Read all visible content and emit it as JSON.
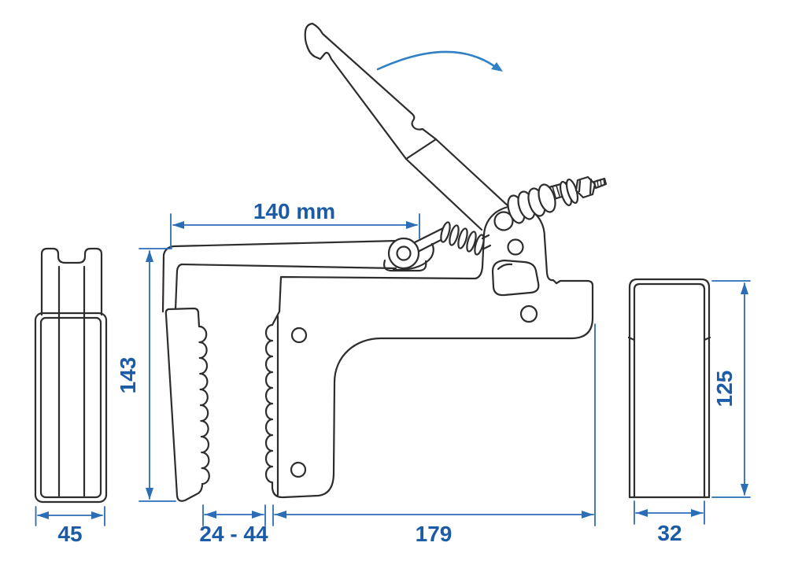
{
  "drawing": {
    "labels": {
      "arm_reach": "140 mm",
      "clamp_height": "143",
      "pad_front_width": "45",
      "jaw_opening_range": "24 - 44",
      "body_length": "179",
      "pad_side_width": "32",
      "pad_side_height": "125"
    },
    "colors": {
      "line": "#2d2d2d",
      "dimension": "#2b6db7",
      "label": "#1c5ca6",
      "arrow": "#2f80c4"
    }
  }
}
